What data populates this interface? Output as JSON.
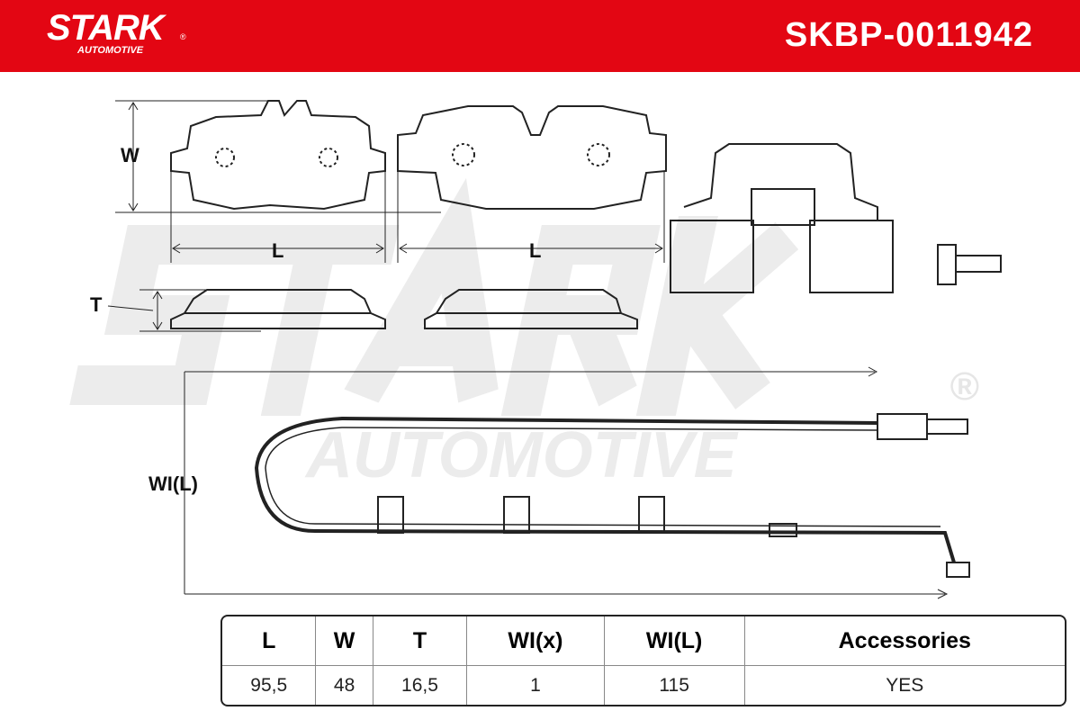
{
  "header": {
    "brand": "STARK",
    "brand_sub": "AUTOMOTIVE",
    "registered_mark": "®",
    "part_number": "SKBP-0011942",
    "color": "#e30613"
  },
  "drawing": {
    "watermark_main": "STARK",
    "watermark_sub": "AUTOMOTIVE",
    "watermark_reg": "®",
    "dim_w": "W",
    "dim_l1": "L",
    "dim_l2": "L",
    "dim_t": "T",
    "dim_wil": "WI(L)"
  },
  "specs": {
    "headers": [
      "L",
      "W",
      "T",
      "WI(x)",
      "WI(L)",
      "Accessories"
    ],
    "values": [
      "95,5",
      "48",
      "16,5",
      "1",
      "115",
      "YES"
    ]
  }
}
